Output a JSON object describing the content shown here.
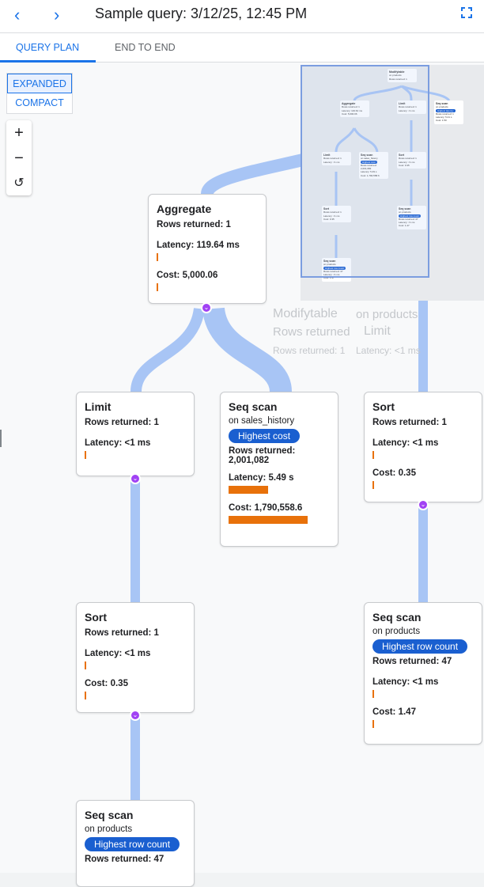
{
  "header": {
    "title": "Sample query: 3/12/25, 12:45 PM",
    "back_icon": "chevron-left",
    "forward_icon": "chevron-right",
    "fullscreen_icon": "fullscreen"
  },
  "tabs": [
    {
      "label": "QUERY PLAN",
      "active": true
    },
    {
      "label": "END TO END",
      "active": false
    }
  ],
  "view_toggle": {
    "expanded": "EXPANDED",
    "compact": "COMPACT",
    "selected": "EXPANDED"
  },
  "zoom_controls": {
    "zoom_in": "+",
    "zoom_out": "−",
    "reset": "↺"
  },
  "colors": {
    "accent": "#1a73e8",
    "edge": "#a8c5f5",
    "cost_bar": "#e8710a",
    "badge": "#1a5fd0",
    "expander": "#a142f4"
  },
  "nodes": {
    "aggregate": {
      "title": "Aggregate",
      "rows": "Rows returned: 1",
      "latency": "Latency: 119.64 ms",
      "cost": "Cost: 5,000.06"
    },
    "limit": {
      "title": "Limit",
      "rows": "Rows returned: 1",
      "latency": "Latency: <1 ms"
    },
    "seq_sales": {
      "title": "Seq scan",
      "on": "on sales_history",
      "badge": "Highest cost",
      "rows_label": "Rows returned:",
      "rows": "2,001,082",
      "latency": "Latency: 5.49 s",
      "cost": "Cost: 1,790,558.6"
    },
    "sort_right": {
      "title": "Sort",
      "rows": "Rows returned: 1",
      "latency": "Latency: <1 ms",
      "cost": "Cost: 0.35"
    },
    "sort_left": {
      "title": "Sort",
      "rows": "Rows returned: 1",
      "latency": "Latency: <1 ms",
      "cost": "Cost: 0.35"
    },
    "seq_products_right": {
      "title": "Seq scan",
      "on": "on products",
      "badge": "Highest row count",
      "rows": "Rows returned: 47",
      "latency": "Latency: <1 ms",
      "cost": "Cost: 1.47"
    },
    "seq_products_bottom": {
      "title": "Seq scan",
      "on": "on products",
      "badge": "Highest row count",
      "rows": "Rows returned: 47"
    }
  },
  "ghost": {
    "title": "Modifytable",
    "on": "on products",
    "rows": "Rows returned",
    "limit": "Limit",
    "limit_rows": "Rows returned: 1",
    "limit_latency": "Latency: <1 ms"
  },
  "minimap": {
    "modify": {
      "t": "Modifytable",
      "a": "on products",
      "b": "Rows returned: 1"
    },
    "agg": {
      "t": "Aggregate",
      "a": "Rows returned: 1",
      "b": "Latency: 119.64 ms",
      "c": "Cost: 5,000.06"
    },
    "limit1": {
      "t": "Limit",
      "a": "Rows returned: 1",
      "b": "Latency: <1 ms"
    },
    "seq1": {
      "t": "Seq scan",
      "a": "on products",
      "badge": "Highest latency",
      "b": "Rows returned: 1",
      "c": "Latency: 5.41 s",
      "d": "Cost: 1.50"
    },
    "limit2": {
      "t": "Limit",
      "a": "Rows returned: 1",
      "b": "Latency: <1 ms"
    },
    "seq2": {
      "t": "Seq scan",
      "a": "on sales_history",
      "badge": "Highest cost",
      "b": "Rows returned: 2,001,082",
      "c": "Latency: 5.49 s",
      "d": "Cost: 1,790,558.6"
    },
    "sort1": {
      "t": "Sort",
      "a": "Rows returned: 1",
      "b": "Latency: <1 ms",
      "c": "Cost: 0.35"
    },
    "sort2": {
      "t": "Sort",
      "a": "Rows returned: 1",
      "b": "Latency: <1 ms",
      "c": "Cost: 0.35"
    },
    "seq3": {
      "t": "Seq scan",
      "a": "on products",
      "badge": "Highest row count",
      "b": "Rows returned: 47",
      "c": "Latency: <1 ms",
      "d": "Cost: 1.47"
    },
    "seq4": {
      "t": "Seq scan",
      "a": "on products",
      "badge": "Highest row count",
      "b": "Rows returned: 47",
      "c": "Latency: <1 ms",
      "d": "Cost: 1.47"
    }
  }
}
